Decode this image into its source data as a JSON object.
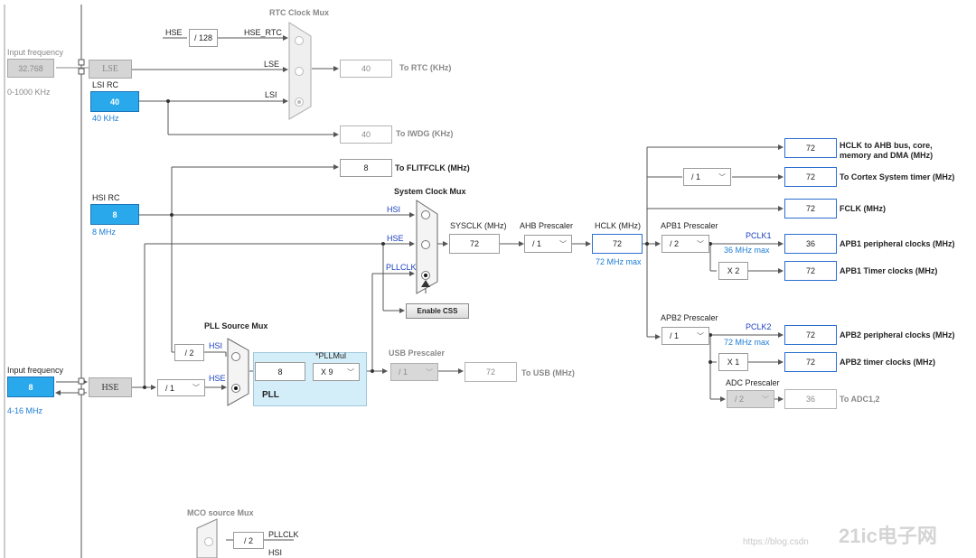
{
  "rtc_mux": {
    "title": "RTC Clock Mux",
    "hse_label": "HSE",
    "div128": "/ 128",
    "hse_rtc_label": "HSE_RTC",
    "lse_label": "LSE",
    "lsi_label": "LSI",
    "rtc_value": "40",
    "rtc_text": "To RTC (KHz)",
    "iwdg_value": "40",
    "iwdg_text": "To IWDG (KHz)"
  },
  "lse_input": {
    "label": "Input frequency",
    "value": "32.768",
    "range": "0-1000 KHz",
    "box": "LSE"
  },
  "lsi_rc": {
    "label": "LSI RC",
    "value": "40",
    "sub": "40 KHz"
  },
  "flit": {
    "value": "8",
    "text": "To FLITFCLK (MHz)"
  },
  "hsi_rc": {
    "label": "HSI RC",
    "value": "8",
    "sub": "8 MHz"
  },
  "sys_mux": {
    "title": "System Clock Mux",
    "hsi": "HSI",
    "hse": "HSE",
    "pllclk": "PLLCLK",
    "css_button": "Enable CSS"
  },
  "sysclk": {
    "label": "SYSCLK (MHz)",
    "value": "72"
  },
  "ahb": {
    "label": "AHB Prescaler",
    "value": "/ 1"
  },
  "hclk": {
    "label": "HCLK (MHz)",
    "value": "72",
    "max": "72 MHz max"
  },
  "outputs": {
    "hclk_ahb": {
      "value": "72",
      "line1": "HCLK to AHB bus, core,",
      "line2": "memory and DMA (MHz)"
    },
    "cortex": {
      "div": "/ 1",
      "value": "72",
      "text": "To Cortex System timer (MHz)"
    },
    "fclk": {
      "value": "72",
      "text": "FCLK (MHz)"
    }
  },
  "apb1": {
    "label": "APB1 Prescaler",
    "value": "/ 2",
    "pclk": "PCLK1",
    "max": "36 MHz max",
    "periph_value": "36",
    "periph_text": "APB1 peripheral clocks (MHz)",
    "mult": "X 2",
    "timer_value": "72",
    "timer_text": "APB1 Timer clocks (MHz)"
  },
  "apb2": {
    "label": "APB2 Prescaler",
    "value": "/ 1",
    "pclk": "PCLK2",
    "max": "72 MHz max",
    "periph_value": "72",
    "periph_text": "APB2 peripheral clocks (MHz)",
    "mult": "X 1",
    "timer_value": "72",
    "timer_text": "APB2 timer clocks (MHz)"
  },
  "adc": {
    "label": "ADC Prescaler",
    "value": "/ 2",
    "out": "36",
    "text": "To ADC1,2"
  },
  "hse_input": {
    "label": "Input frequency",
    "value": "8",
    "range": "4-16 MHz",
    "box": "HSE"
  },
  "pll_src": {
    "title": "PLL Source Mux",
    "hsi": "HSI",
    "hse": "HSE",
    "div2": "/ 2",
    "hse_div": "/ 1"
  },
  "pll": {
    "mul_label": "*PLLMul",
    "input": "8",
    "mul": "X 9",
    "name": "PLL"
  },
  "usb": {
    "label": "USB Prescaler",
    "div": "/ 1",
    "value": "72",
    "text": "To USB (MHz)"
  },
  "mco": {
    "title": "MCO source Mux",
    "div2": "/ 2",
    "pllclk": "PLLCLK",
    "hsi": "HSI"
  },
  "watermark": {
    "blog": "https://blog.csdn",
    "logo_text": "21ic电子网"
  },
  "colors": {
    "accent_fill": "#29a9ec",
    "output_border": "#2a6fd0",
    "signal_label": "#1a3fbf",
    "hint_text": "#1c7cd6",
    "pll_panel": "#d4eef9"
  }
}
